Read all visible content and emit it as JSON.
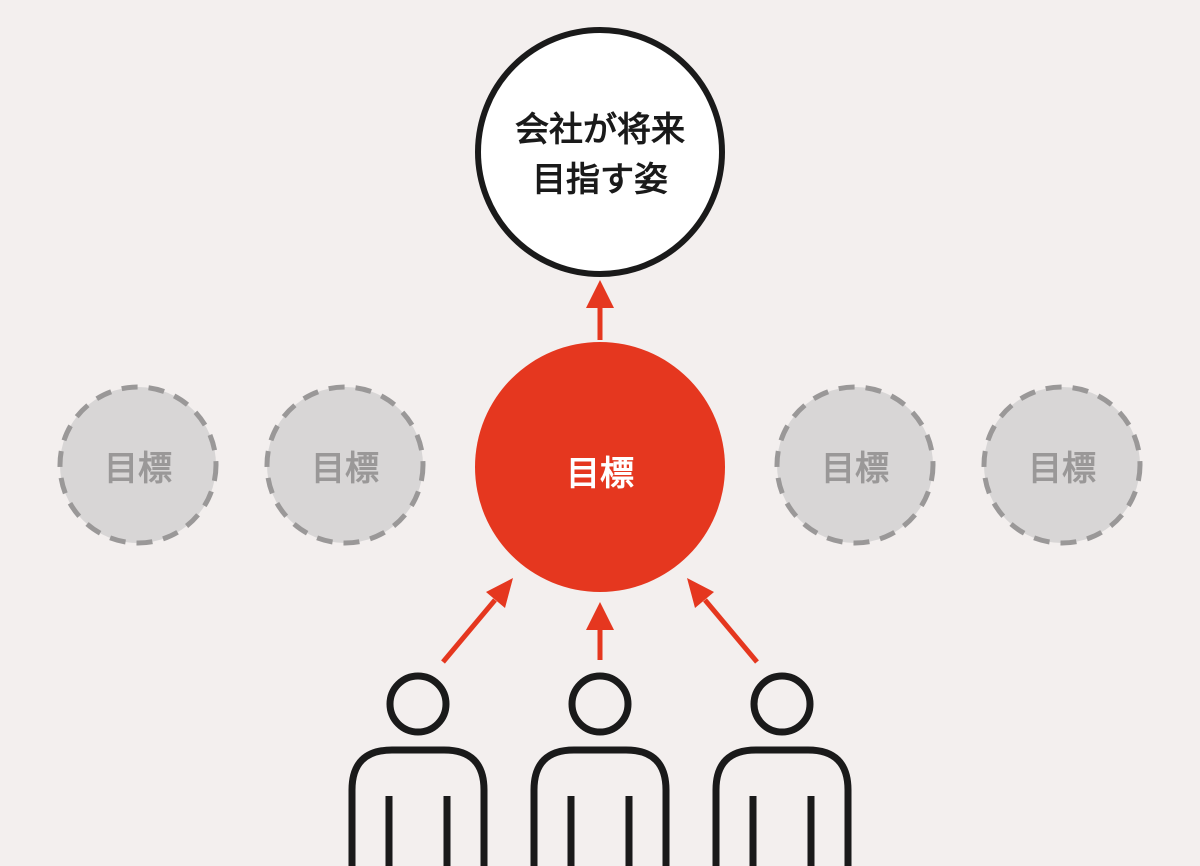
{
  "vision": {
    "line1": "会社が将来",
    "line2": "目指す姿"
  },
  "main_goal": {
    "label": "目標"
  },
  "side_goals": [
    {
      "label": "目標"
    },
    {
      "label": "目標"
    },
    {
      "label": "目標"
    },
    {
      "label": "目標"
    }
  ],
  "people_count": 3,
  "colors": {
    "background": "#f3efee",
    "accent": "#e5371f",
    "outline": "#1a1a1a",
    "dashed_fill": "#d8d6d6",
    "dashed_stroke": "#9a9898"
  }
}
